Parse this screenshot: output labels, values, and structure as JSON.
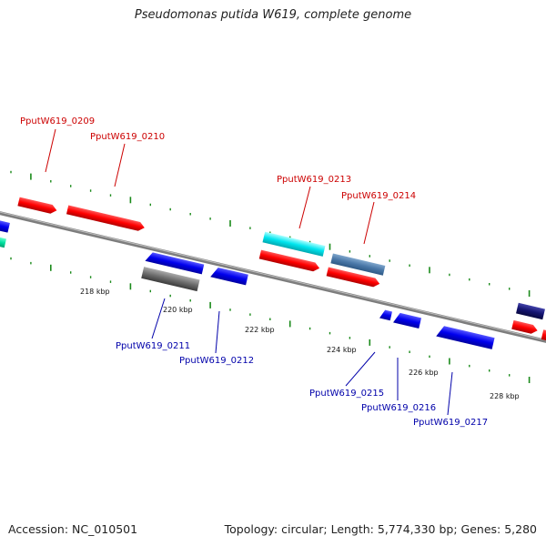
{
  "title": "Pseudomonas putida W619, complete genome",
  "footer": {
    "accession": "Accession: NC_010501",
    "summary": "Topology: circular; Length: 5,774,330 bp; Genes: 5,280"
  },
  "colors": {
    "backbone": "#8a8a8a",
    "tick": "#1a8a1a",
    "forward_label": "#cc0000",
    "reverse_label": "#0000aa"
  },
  "scale_labels": [
    "218 kbp",
    "220 kbp",
    "222 kbp",
    "224 kbp",
    "226 kbp",
    "228 kbp"
  ],
  "forward_gene_labels": [
    "PputW619_0209",
    "PputW619_0210",
    "PputW619_0213",
    "PputW619_0214"
  ],
  "reverse_gene_labels": [
    "PputW619_0211",
    "PputW619_0212",
    "PputW619_0215",
    "PputW619_0216",
    "PputW619_0217"
  ]
}
